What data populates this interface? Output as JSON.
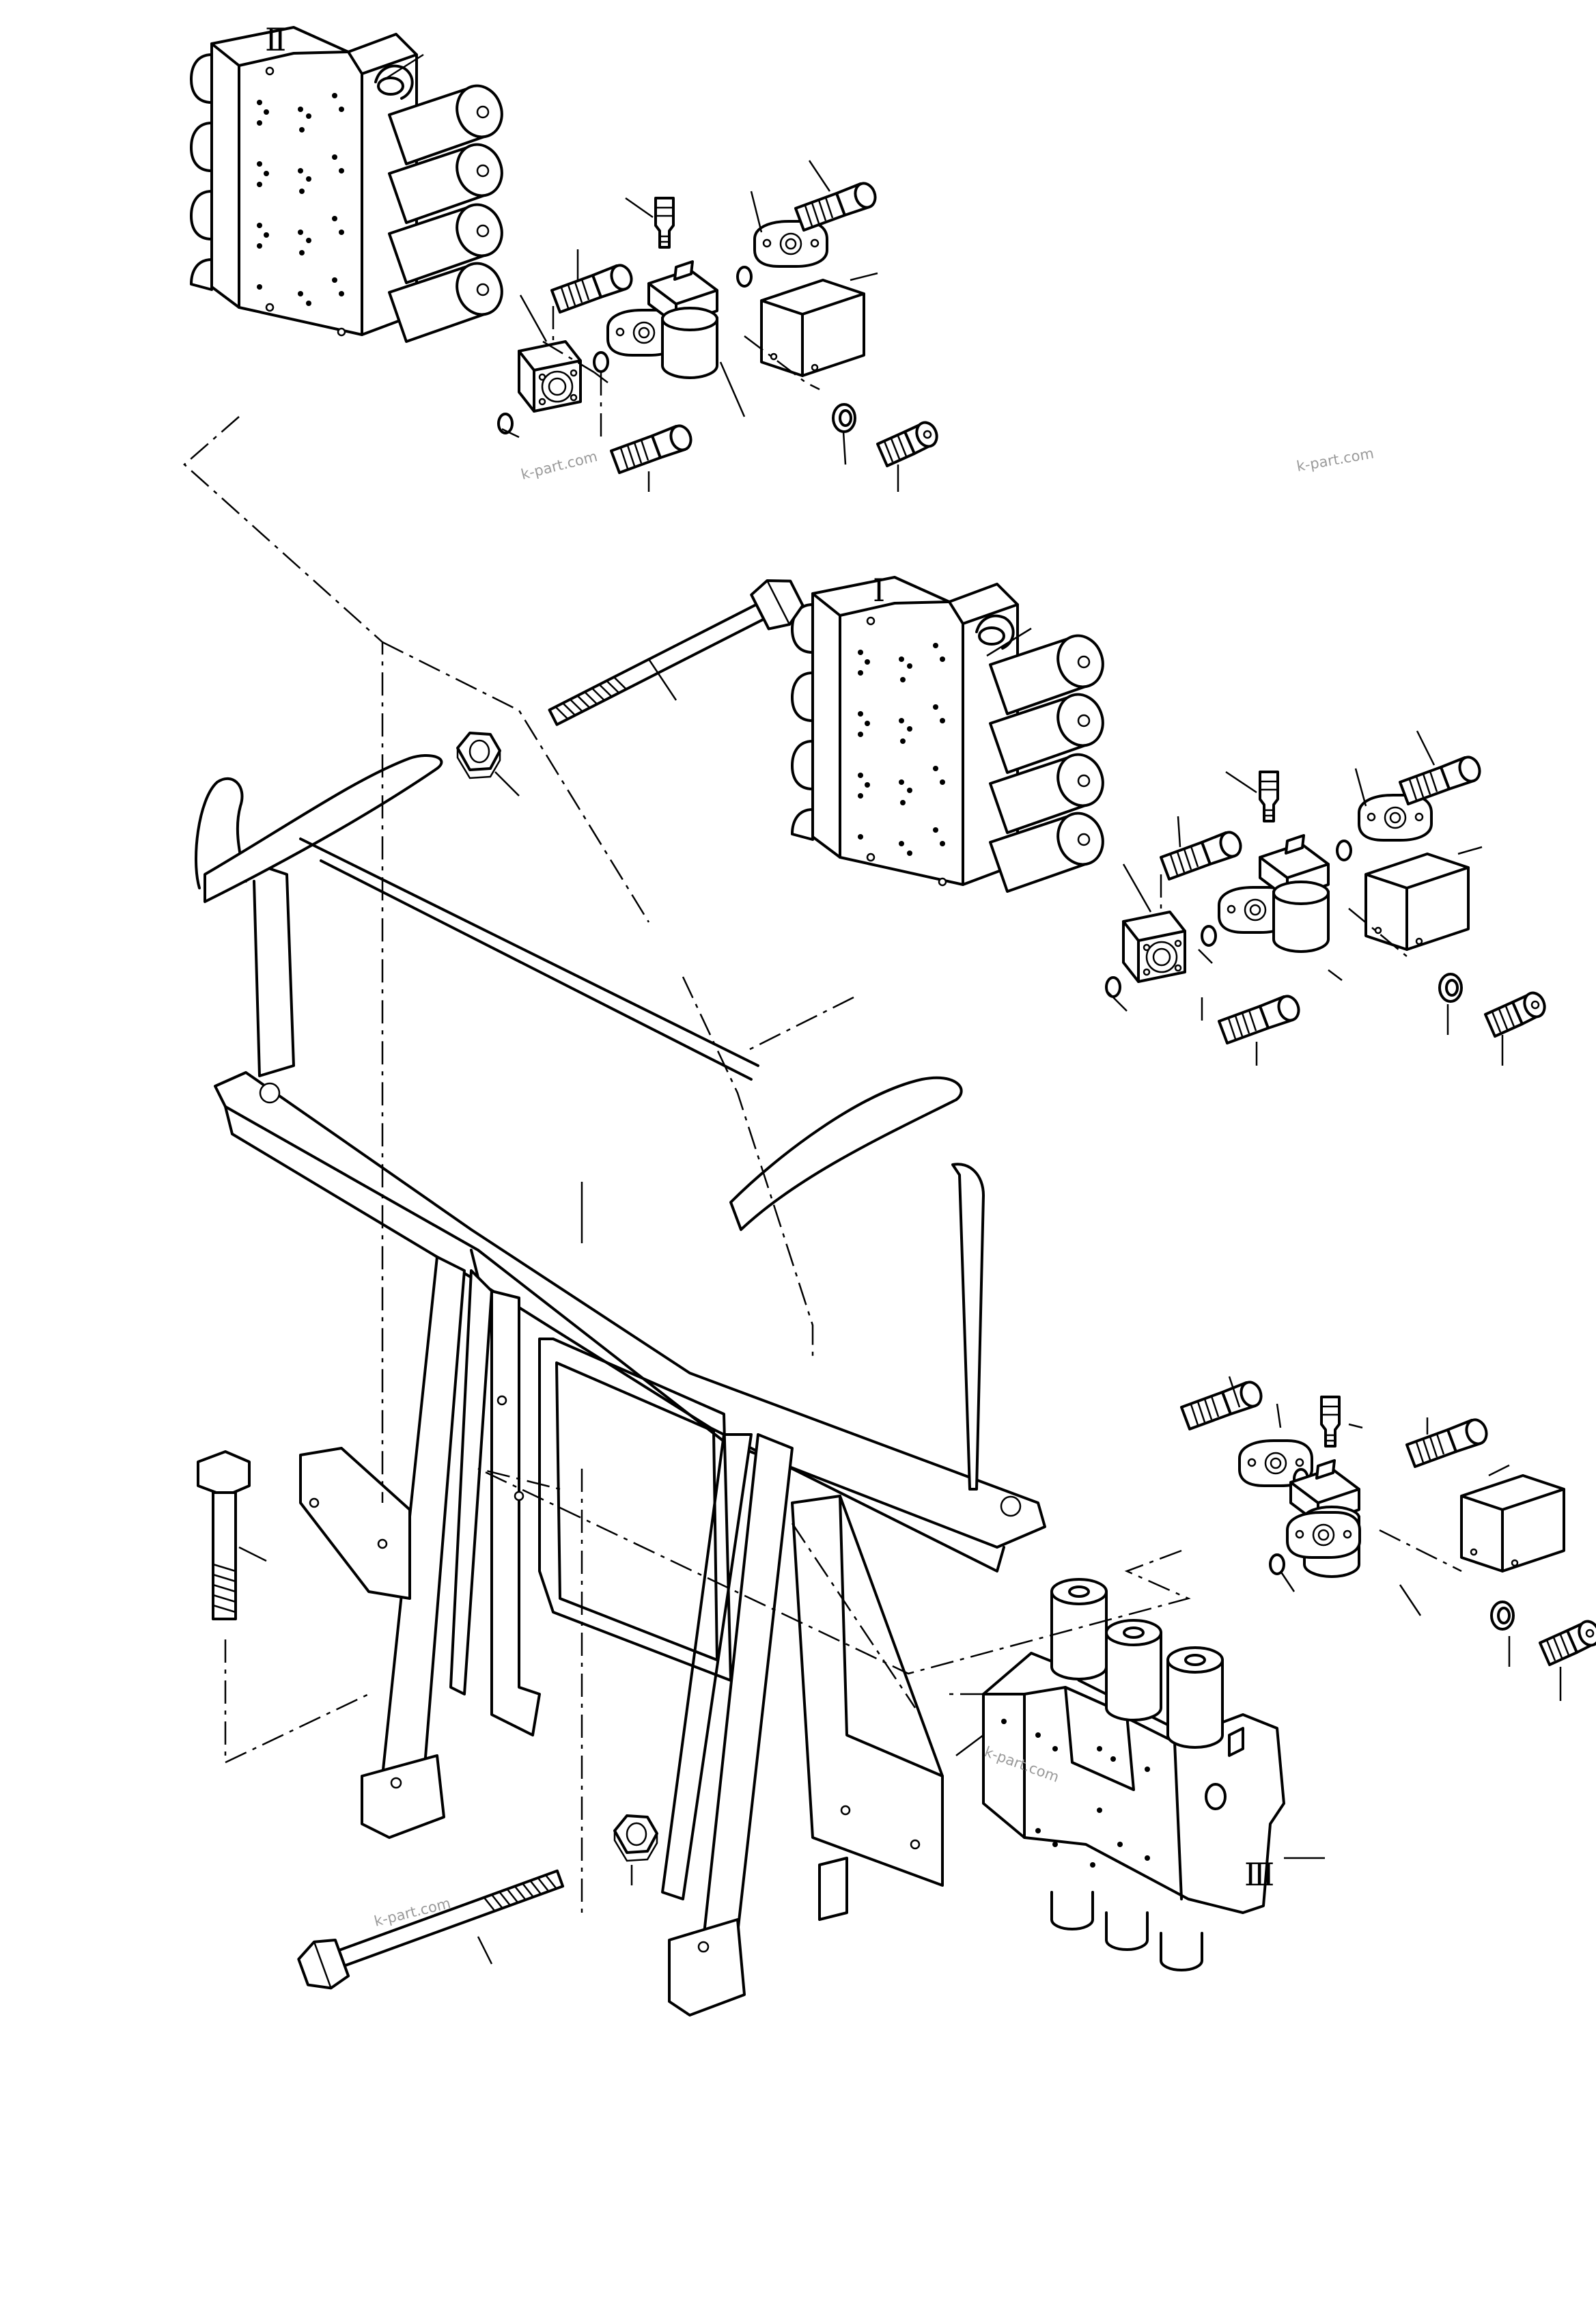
{
  "diagram": {
    "assemblies": [
      {
        "id": "valve-ii",
        "label": "Ⅱ"
      },
      {
        "id": "valve-i",
        "label": "Ⅰ"
      },
      {
        "id": "valve-iii",
        "label": "Ⅲ"
      }
    ],
    "watermarks": [
      "k-part.com",
      "k-part.com",
      "k-part.com",
      "k-part.com"
    ]
  }
}
